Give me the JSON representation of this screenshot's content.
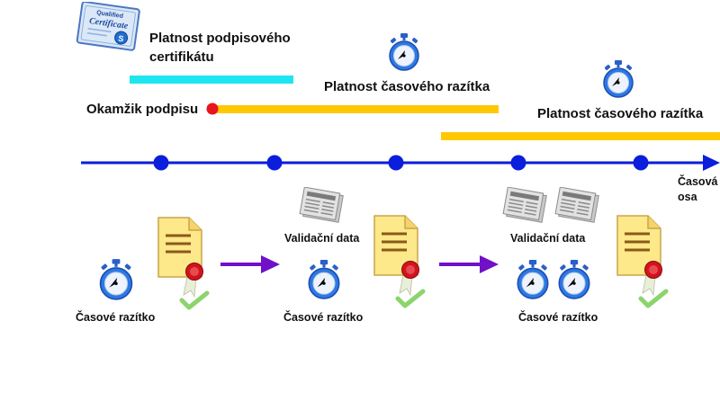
{
  "labels": {
    "cert_validity": "Platnost podpisového\ncertifikátu",
    "signing_moment": "Okamžik podpisu",
    "timestamp_validity_1": "Platnost časového razítka",
    "timestamp_validity_2": "Platnost časového razítka",
    "time_axis": "Časová\nosa",
    "validation_data_1": "Validační data",
    "validation_data_2": "Validační data",
    "timestamp_1": "Časové razítko",
    "timestamp_2": "Časové razítko",
    "timestamp_3": "Časové razítko"
  },
  "certificate_badge": {
    "line1": "Qualified",
    "line2": "Certificate"
  },
  "colors": {
    "axis": "#0a1edc",
    "cert_bar": "#1ee6f0",
    "timestamp_bar": "#ffc800",
    "signing_dot": "#e8141e",
    "arrow": "#7010c8",
    "check": "#8cd46c"
  }
}
